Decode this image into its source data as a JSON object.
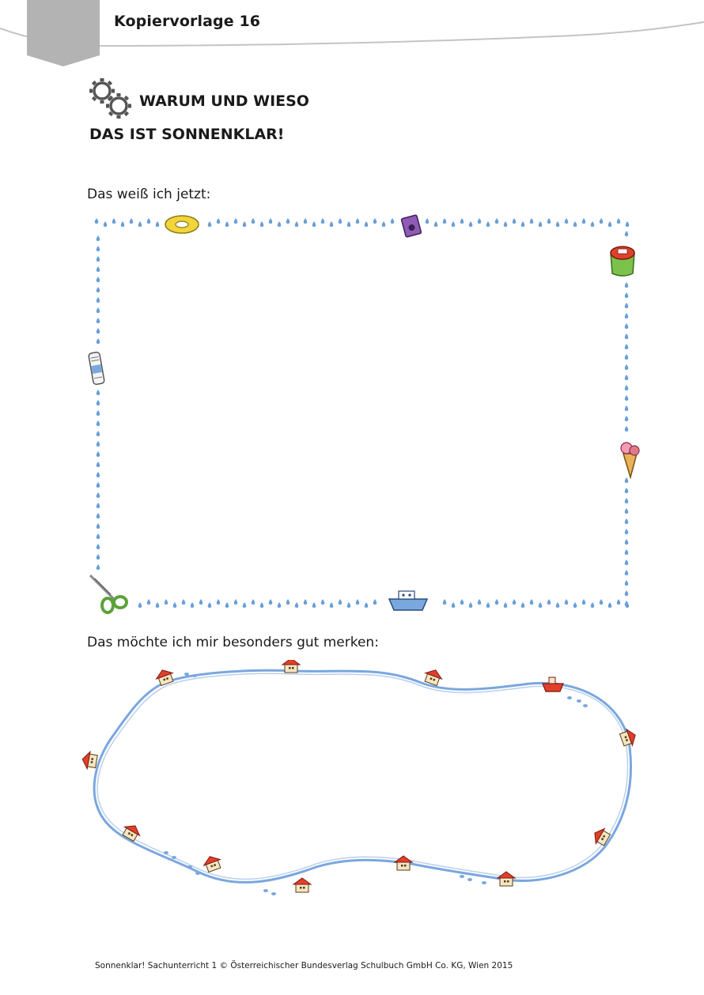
{
  "header": {
    "title": "Kopiervorlage 16"
  },
  "section": {
    "icon": "gears-icon",
    "title": "WARUM UND WIESO",
    "subtitle": "DAS IST SONNENKLAR!"
  },
  "boxes": [
    {
      "label": "Das weiß ich jetzt:",
      "border": "water-drops",
      "decorations": [
        "ring-icon",
        "sharpener-icon",
        "cup-icon",
        "newspaper-icon",
        "ice-cream-icon",
        "scissors-icon",
        "ship-icon"
      ]
    },
    {
      "label": "Das möchte ich mir besonders gut merken:",
      "border": "wavy-blue-line",
      "decorations": [
        "house-icon",
        "boat-icon"
      ]
    }
  ],
  "footer": {
    "text": "Sonnenklar! Sachunterricht 1 © Österreichischer Bundesverlag Schulbuch GmbH  Co. KG, Wien 2015"
  },
  "colors": {
    "drop": "#6a9fd8",
    "wave": "#7aa7de",
    "tab": "#b3b3b4",
    "house": "#e0402a"
  }
}
